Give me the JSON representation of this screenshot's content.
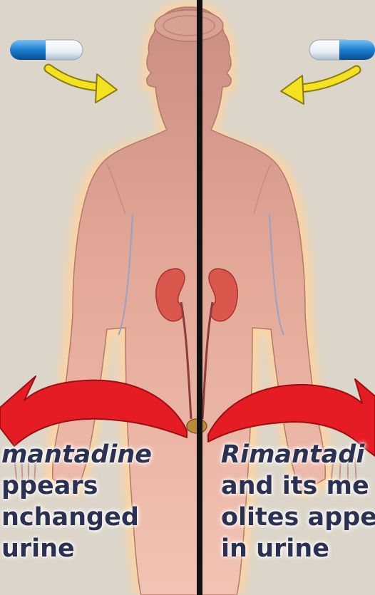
{
  "left_caption": {
    "drug": "mantadine",
    "line2": "ppears",
    "line3": "nchanged",
    "line4": "urine"
  },
  "right_caption": {
    "drug": "Rimantadi",
    "line2": "and its me",
    "line3": "olites appe",
    "line4": "in urine"
  },
  "colors": {
    "background": "#dcd5c9",
    "body_fill": "#e6a593",
    "body_glow": "#fbd4a3",
    "arrow_red": "#e51c24",
    "arrow_yellow": "#f2e21f",
    "capsule_blue": "#1a7fd0",
    "kidney": "#d9574d",
    "divider": "#111111",
    "text": "#2b3150"
  },
  "icons": [
    "capsule-icon",
    "curved-arrow-icon",
    "kidney-icon",
    "human-body-illustration"
  ]
}
